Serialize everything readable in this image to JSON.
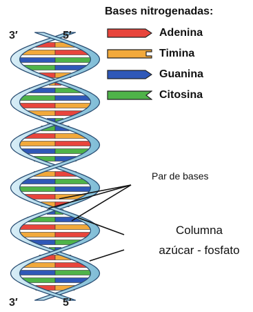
{
  "labels": {
    "top_left": "3′",
    "top_right": "5′",
    "bottom_left": "3′",
    "bottom_right": "5′"
  },
  "legend": {
    "title": "Bases nitrogenadas:",
    "items": [
      {
        "name": "Adenina",
        "color": "#e8453c",
        "shape": "arrow"
      },
      {
        "name": "Timina",
        "color": "#f2a93b",
        "shape": "notch-rect"
      },
      {
        "name": "Guanina",
        "color": "#2f58b8",
        "shape": "arrow"
      },
      {
        "name": "Citosina",
        "color": "#4fb349",
        "shape": "notch-v"
      }
    ]
  },
  "annotations": {
    "base_pair": "Par de bases",
    "backbone_line1": "Columna",
    "backbone_line2": "azúcar - fosfato"
  },
  "colors": {
    "backbone": "#a9d6e8",
    "backbone_edge": "#2a4e73"
  }
}
